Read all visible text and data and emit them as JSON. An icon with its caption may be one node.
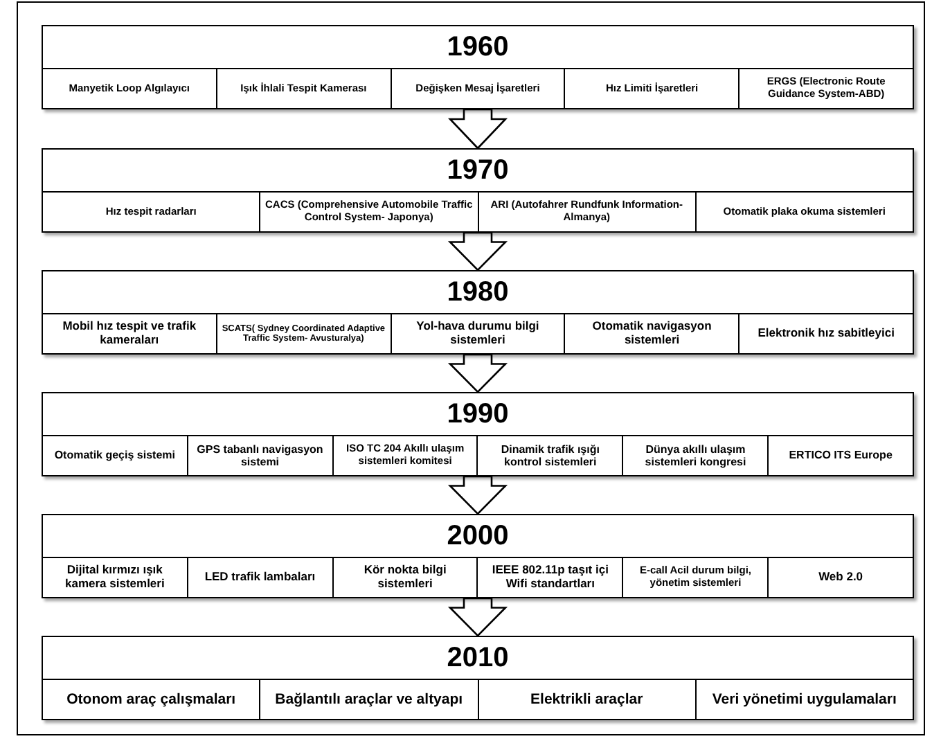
{
  "diagram": {
    "nodes": [
      {
        "text": [
          "1960"
        ]
      },
      {
        "text": [
          "Manyetik Loop Algılayıcı"
        ],
        "in": 0
      },
      {
        "text": [
          "Işık İhlali Tespit Kamerası"
        ],
        "in": 0
      },
      {
        "text": [
          "Değişken Mesaj İşaretleri"
        ],
        "in": 0
      },
      {
        "text": [
          "Hız Limiti İşaretleri"
        ],
        "in": 0
      },
      {
        "text": [
          "ERGS (Electronic Route Guidance System-ABD)"
        ],
        "in": 0
      },
      {
        "text": [
          "1970"
        ]
      },
      {
        "text": [
          "Hız tespit radarları"
        ],
        "in": 6
      },
      {
        "text": [
          "CACS (Comprehensive Automobile Traffic Control System- Japonya)"
        ],
        "in": 6
      },
      {
        "text": [
          "ARI (Autofahrer Rundfunk Information- Almanya)"
        ],
        "in": 6
      },
      {
        "text": [
          "Otomatik plaka okuma sistemleri"
        ],
        "in": 6
      },
      {
        "text": [
          "1980"
        ]
      },
      {
        "text": [
          "Mobil hız tespit ve trafik kameraları"
        ],
        "in": 11
      },
      {
        "text": [
          "SCATS( Sydney Coordinated Adaptive Traffic System- Avusturalya)"
        ],
        "in": 11
      },
      {
        "text": [
          "Yol-hava durumu bilgi sistemleri"
        ],
        "in": 11
      },
      {
        "text": [
          "Otomatik navigasyon sistemleri"
        ],
        "in": 11
      },
      {
        "text": [
          "Elektronik hız sabitleyici"
        ],
        "in": 11
      },
      {
        "text": [
          "1990"
        ]
      },
      {
        "text": [
          "Otomatik geçiş sistemi"
        ],
        "in": 17
      },
      {
        "text": [
          "GPS tabanlı navigasyon sistemi"
        ],
        "in": 17
      },
      {
        "text": [
          "ISO TC 204 Akıllı ulaşım sistemleri komitesi"
        ],
        "in": 17
      },
      {
        "text": [
          "Dinamik trafik ışığı kontrol sistemleri"
        ],
        "in": 17
      },
      {
        "text": [
          "Dünya akıllı ulaşım sistemleri kongresi"
        ],
        "in": 17
      },
      {
        "text": [
          "ERTICO ITS Europe"
        ],
        "in": 17
      },
      {
        "text": [
          "2000"
        ]
      },
      {
        "text": [
          "Dijital kırmızı ışık kamera sistemleri"
        ],
        "in": 24
      },
      {
        "text": [
          "LED trafik lambaları"
        ],
        "in": 24
      },
      {
        "text": [
          "Kör nokta bilgi sistemleri"
        ],
        "in": 24
      },
      {
        "text": [
          "IEEE 802.11p taşıt içi Wifi standartları"
        ],
        "in": 24
      },
      {
        "text": [
          "E-call Acil durum bilgi, yönetim sistemleri"
        ],
        "in": 24
      },
      {
        "text": [
          "Web 2.0"
        ],
        "in": 24
      },
      {
        "text": [
          "2010"
        ]
      },
      {
        "text": [
          "Otonom araç çalışmaları"
        ],
        "in": 31
      },
      {
        "text": [
          "Bağlantılı araçlar ve altyapı"
        ],
        "in": 31
      },
      {
        "text": [
          "Elektrikli araçlar"
        ],
        "in": 31
      },
      {
        "text": [
          "Veri yönetimi uygulamaları"
        ],
        "in": 31
      }
    ],
    "edges": [
      {
        "from": 0,
        "to": 6,
        "arrow": "to"
      },
      {
        "from": 6,
        "to": 11,
        "arrow": "to"
      },
      {
        "from": 11,
        "to": 17,
        "arrow": "to"
      },
      {
        "from": 17,
        "to": 24,
        "arrow": "to"
      },
      {
        "from": 24,
        "to": 31,
        "arrow": "to"
      }
    ]
  }
}
